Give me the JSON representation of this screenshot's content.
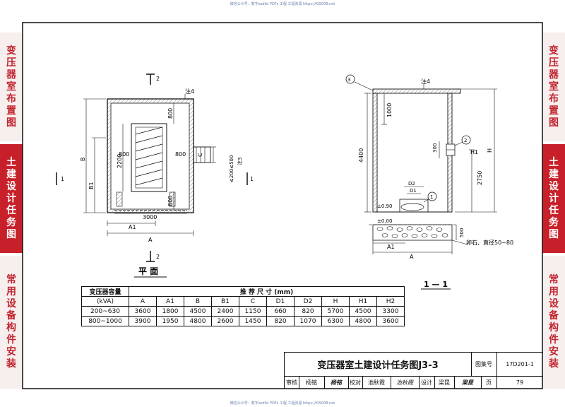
{
  "watermark": "微信公众号：数字asdfsl   PDFs  工程 工程资源  https://KIS008.net",
  "left_sidebar": [
    {
      "text": "变压器室布置图",
      "style": "pink"
    },
    {
      "text": "土建设计任务图",
      "style": "red"
    },
    {
      "text": "常用设备构件安装",
      "style": "pink"
    }
  ],
  "right_sidebar": [
    {
      "text": "变压器室布置图",
      "style": "pink"
    },
    {
      "text": "土建设计任务图",
      "style": "red"
    },
    {
      "text": "常用设备构件安装",
      "style": "pink"
    }
  ],
  "plan": {
    "title": "平 面",
    "note": "注4",
    "section_marks": [
      "2",
      "2",
      "1",
      "1"
    ],
    "dims": {
      "d800a": "800",
      "d800b": "800",
      "d800c": "800",
      "d800d": "800",
      "d2200": "2200",
      "d3000": "3000",
      "B": "B",
      "B1": "B1",
      "A": "A",
      "A1": "A1",
      "C": "C",
      "limit": "≤200≤500",
      "note3": "注3"
    }
  },
  "section": {
    "title": "1 — 1",
    "note": "注4",
    "circles": [
      "3",
      "2",
      "1"
    ],
    "dims": {
      "d1000": "1000",
      "d4400": "4400",
      "d300": "300",
      "d2750": "2750",
      "H": "H",
      "H1": "H1",
      "D2": "D2",
      "D1": "D1",
      "lvl_high": "±0.90",
      "lvl_zero": "±0.00",
      "d500": "500",
      "A1": "A1",
      "A": "A"
    },
    "gravel": "卵石、直径50~80"
  },
  "table": {
    "header_capacity": "变压器容量",
    "header_unit": "(kVA)",
    "header_dims": "推 荐 尺 寸 (mm)",
    "columns": [
      "A",
      "A1",
      "B",
      "B1",
      "C",
      "D1",
      "D2",
      "H",
      "H1",
      "H2"
    ],
    "rows": [
      {
        "cap": "200~630",
        "vals": [
          "3600",
          "1800",
          "4500",
          "2400",
          "1150",
          "660",
          "820",
          "5700",
          "4500",
          "3300"
        ]
      },
      {
        "cap": "800~1000",
        "vals": [
          "3900",
          "1950",
          "4800",
          "2600",
          "1450",
          "820",
          "1070",
          "6300",
          "4800",
          "3600"
        ]
      }
    ]
  },
  "titleblock": {
    "title": "变压器室土建设计任务图J3-3",
    "atlas_label": "图集号",
    "atlas_no": "17D201-1",
    "review_label": "审核",
    "review_name": "杨铭",
    "review_sig": "杨铭",
    "check_label": "校对",
    "check_name": "池秋霞",
    "check_sig": "池秋霞",
    "design_label": "设计",
    "design_name": "梁昆",
    "design_sig": "梁昆",
    "page_label": "页",
    "page_no": "79"
  }
}
